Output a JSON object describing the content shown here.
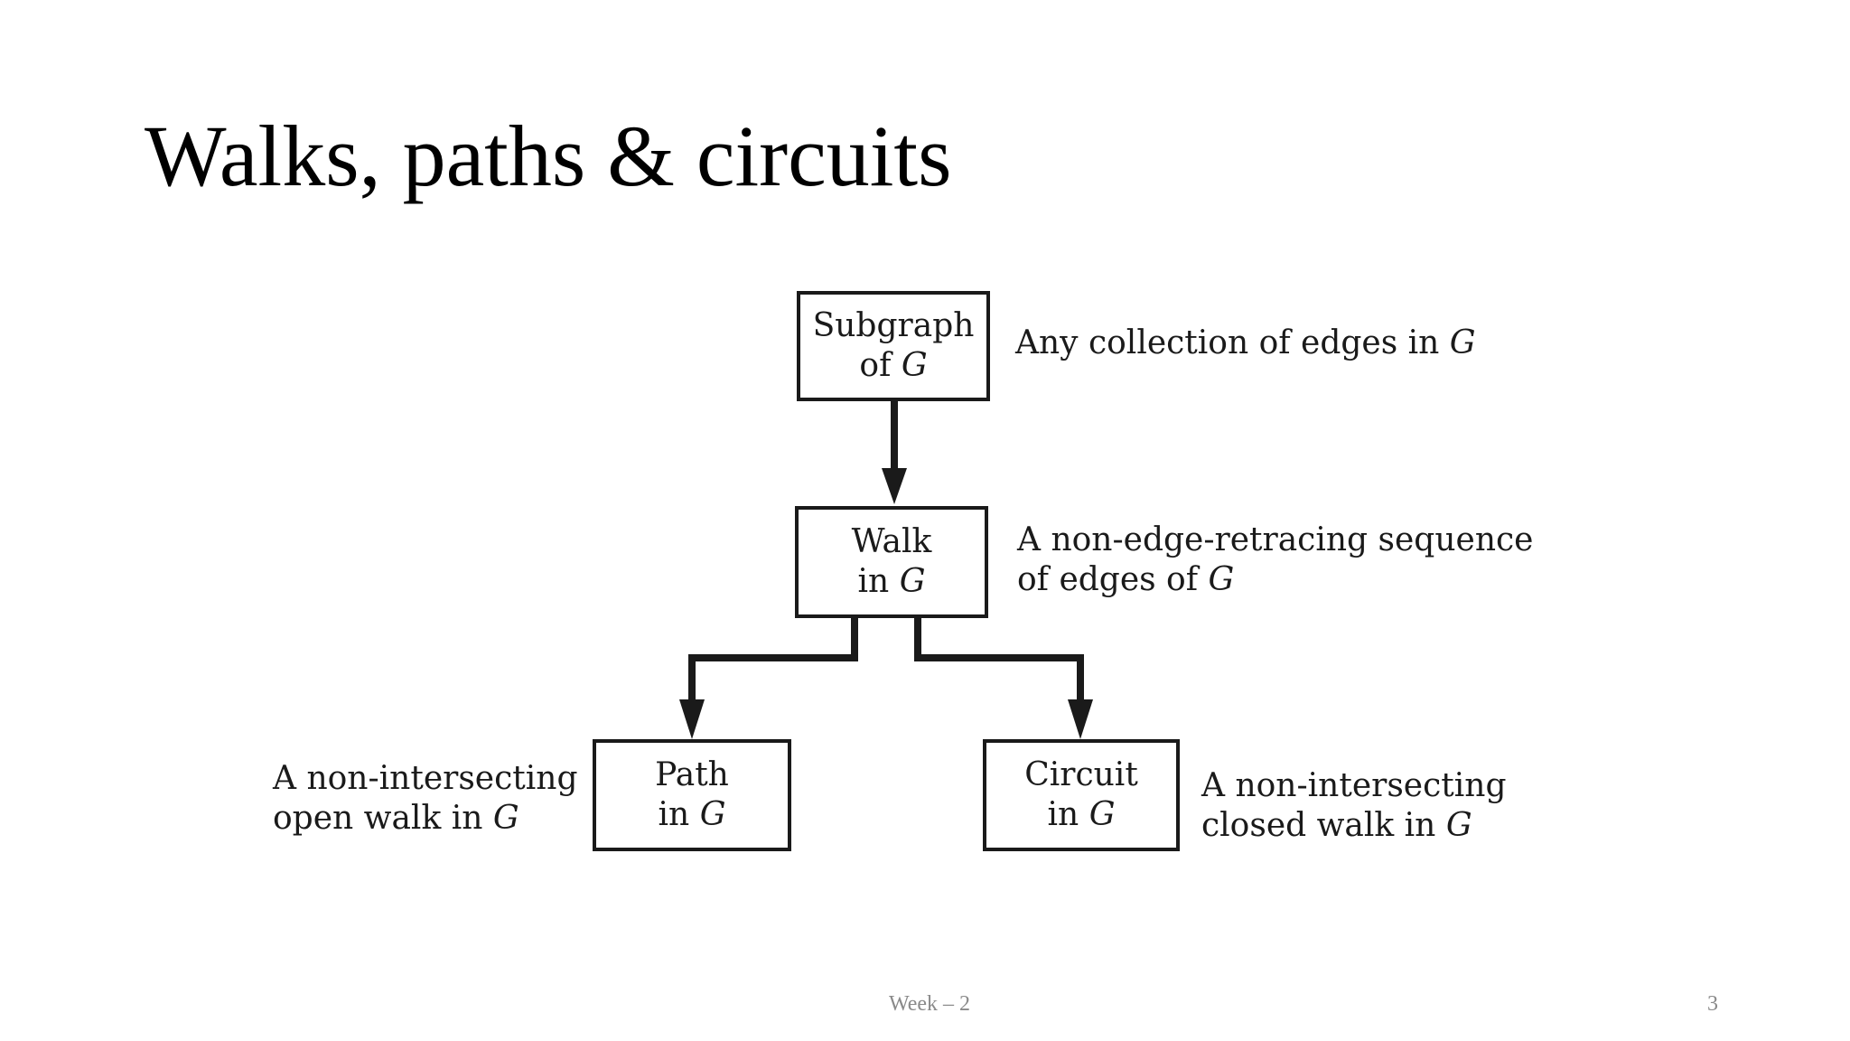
{
  "slide": {
    "title": "Walks, paths & circuits",
    "footer": "Week – 2",
    "page_number": "3"
  },
  "diagram": {
    "nodes": {
      "subgraph": {
        "line1": "Subgraph",
        "line2_prefix": "of ",
        "line2_var": "G"
      },
      "walk": {
        "line1": "Walk",
        "line2_prefix": "in ",
        "line2_var": "G"
      },
      "path": {
        "line1": "Path",
        "line2_prefix": "in ",
        "line2_var": "G"
      },
      "circuit": {
        "line1": "Circuit",
        "line2_prefix": "in ",
        "line2_var": "G"
      }
    },
    "descriptions": {
      "subgraph": {
        "line1_prefix": "Any collection of edges in ",
        "line1_var": "G"
      },
      "walk": {
        "line1": "A non-edge-retracing sequence",
        "line2_prefix": "of edges of ",
        "line2_var": "G"
      },
      "path": {
        "line1": "A non-intersecting",
        "line2_prefix": "open walk in ",
        "line2_var": "G"
      },
      "circuit": {
        "line1": "A non-intersecting",
        "line2_prefix": "closed walk in ",
        "line2_var": "G"
      }
    },
    "edges": [
      {
        "from": "Subgraph of G",
        "to": "Walk in G"
      },
      {
        "from": "Walk in G",
        "to": "Path in G"
      },
      {
        "from": "Walk in G",
        "to": "Circuit in G"
      }
    ]
  }
}
